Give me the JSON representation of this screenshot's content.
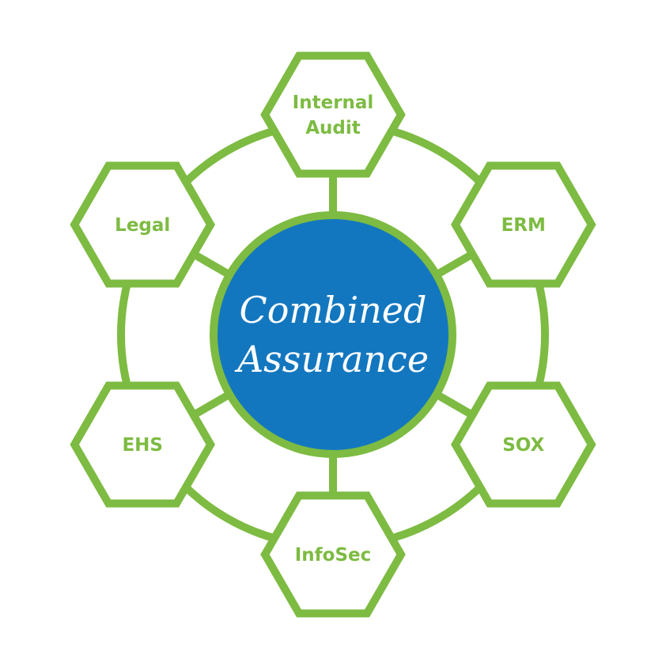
{
  "center": {
    "line1": "Combined",
    "line2": "Assurance"
  },
  "nodes": [
    {
      "lines": [
        "Internal",
        "Audit"
      ]
    },
    {
      "lines": [
        "ERM"
      ]
    },
    {
      "lines": [
        "SOX"
      ]
    },
    {
      "lines": [
        "InfoSec"
      ]
    },
    {
      "lines": [
        "EHS"
      ]
    },
    {
      "lines": [
        "Legal"
      ]
    }
  ],
  "colors": {
    "green": "#7DBB42",
    "blue": "#1377BF"
  }
}
